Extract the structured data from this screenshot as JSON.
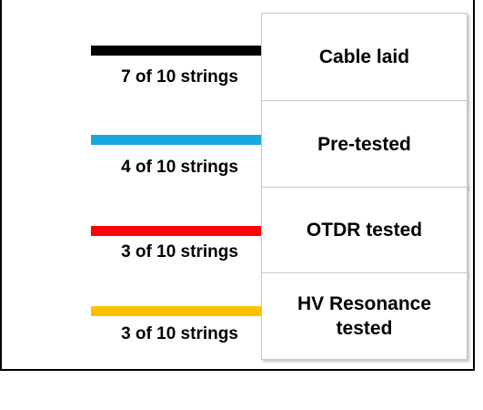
{
  "legend": [
    {
      "status": "Cable laid",
      "count": "7 of 10 strings",
      "color": "#000000",
      "strings_done": 7,
      "strings_total": 10
    },
    {
      "status": "Pre-tested",
      "count": "4 of 10 strings",
      "color": "#18A8E0",
      "strings_done": 4,
      "strings_total": 10
    },
    {
      "status": "OTDR tested",
      "count": "3 of 10 strings",
      "color": "#FF0000",
      "strings_done": 3,
      "strings_total": 10
    },
    {
      "status": "HV Resonance tested",
      "count": "3 of 10 strings",
      "color": "#FFC000",
      "strings_done": 3,
      "strings_total": 10
    }
  ]
}
